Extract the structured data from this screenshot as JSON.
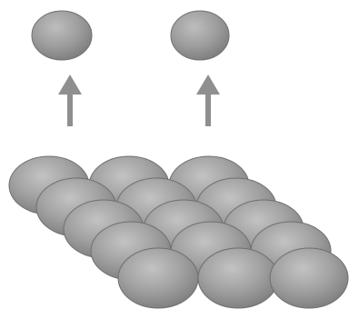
{
  "diagram": {
    "caption": "",
    "free_particles": 2,
    "arrows": 2,
    "lattice": {
      "rows": 5,
      "columns": 3,
      "particle_count": 15
    },
    "colors": {
      "background": "#ffffff",
      "particle_light": "#b7b7b7",
      "particle_mid": "#9a9a9a",
      "particle_dark": "#7b7b7b",
      "outline": "#6f6f6f",
      "arrow": "#8f8f8f"
    }
  }
}
